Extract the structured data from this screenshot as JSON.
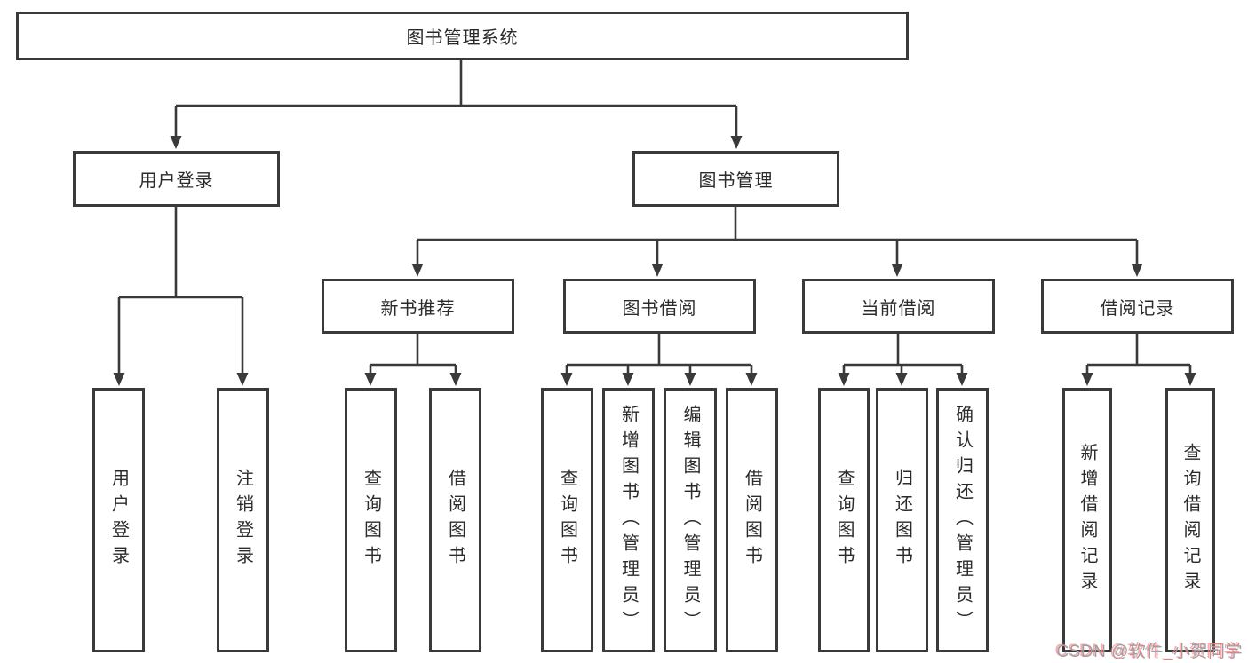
{
  "diagram": {
    "root": {
      "label": "图书管理系统",
      "children": [
        {
          "label": "用户登录",
          "children": [
            {
              "label": "用户登录"
            },
            {
              "label": "注销登录"
            }
          ]
        },
        {
          "label": "图书管理",
          "children": [
            {
              "label": "新书推荐",
              "children": [
                {
                  "label": "查询图书"
                },
                {
                  "label": "借阅图书"
                }
              ]
            },
            {
              "label": "图书借阅",
              "children": [
                {
                  "label": "查询图书"
                },
                {
                  "label": "新增图书（管理员）"
                },
                {
                  "label": "编辑图书（管理员）"
                },
                {
                  "label": "借阅图书"
                }
              ]
            },
            {
              "label": "当前借阅",
              "children": [
                {
                  "label": "查询图书"
                },
                {
                  "label": "归还图书"
                },
                {
                  "label": "确认归还（管理员）"
                }
              ]
            },
            {
              "label": "借阅记录",
              "children": [
                {
                  "label": "新增借阅记录"
                },
                {
                  "label": "查询借阅记录"
                }
              ]
            }
          ]
        }
      ]
    }
  },
  "watermark": {
    "text": "CSDN @软件_小贺同学"
  },
  "colors": {
    "line": "#3a3a3a",
    "box_border": "#3a3a3a",
    "box_fill": "#ffffff",
    "text": "#2b2b2b",
    "watermark_gray": "#9e9ea3",
    "watermark_pink": "#fc8a8a",
    "background": "#ffffff"
  }
}
